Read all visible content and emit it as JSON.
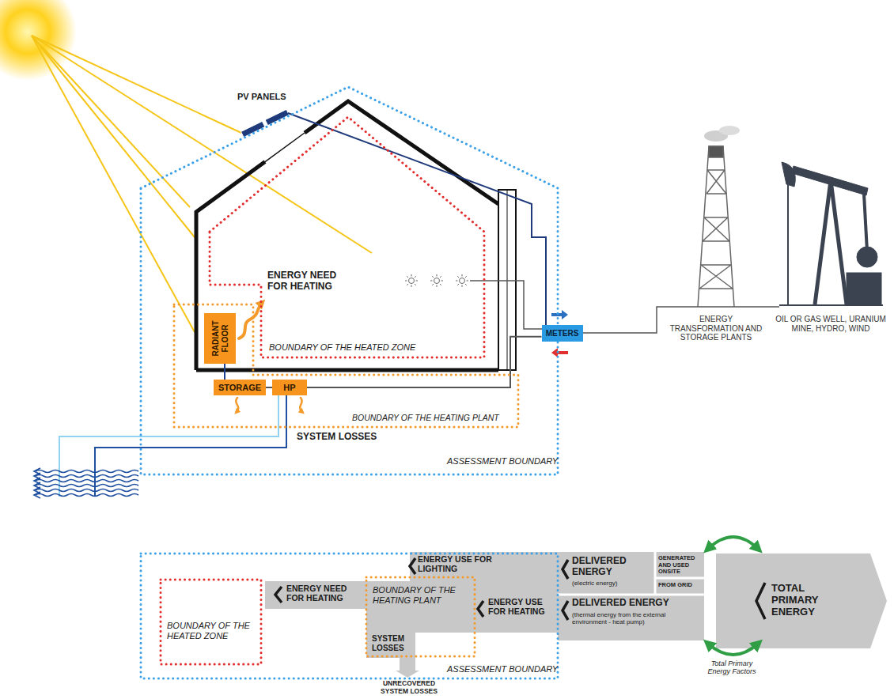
{
  "diagram": {
    "nodes": [
      {
        "text": [
          "ASSESSMENT BOUNDARY"
        ]
      },
      {
        "text": [
          "BOUNDARY OF THE HEATED ZONE"
        ],
        "in": 0
      },
      {
        "text": [
          "BOUNDARY OF THE HEATING PLANT"
        ],
        "in": 0
      },
      {
        "text": [
          "RADIANT FLOOR"
        ],
        "in": 2
      },
      {
        "text": [
          "STORAGE"
        ],
        "in": 2
      },
      {
        "text": [
          "HP"
        ],
        "in": 2
      },
      {
        "text": [
          "METERS"
        ]
      },
      {
        "text": [
          "ASSESSMENT BOUNDARY"
        ]
      },
      {
        "text": [
          "BOUNDARY OF THE HEATED ZONE"
        ],
        "in": 7
      },
      {
        "text": [
          "BOUNDARY OF THE HEATING PLANT"
        ],
        "in": 7
      }
    ],
    "edges": [
      {
        "from": 3,
        "to": 4,
        "arrow": "none"
      },
      {
        "from": 4,
        "to": 5,
        "arrow": "none"
      },
      {
        "from": 5,
        "to": 6,
        "arrow": "none"
      }
    ],
    "labels": [
      "PV PANELS",
      "ENERGY NEED FOR HEATING",
      "SYSTEM LOSSES",
      "ENERGY TRANSFORMATION AND STORAGE PLANTS",
      "OIL OR GAS WELL, URANIUM MINE, HYDRO, WIND",
      "ENERGY USE FOR LIGHTING",
      "ENERGY NEED FOR HEATING",
      "SYSTEM LOSSES",
      "ENERGY USE FOR HEATING",
      "UNRECOVERED SYSTEM LOSSES",
      "DELIVERED ENERGY",
      "(electric energy)",
      "GENERATED AND USED ONSITE",
      "FROM GRID",
      "DELIVERED ENERGY",
      "(thermal energy from the external environment - heat pump)",
      "TOTAL PRIMARY ENERGY",
      "Total Primary Energy Factors"
    ]
  }
}
